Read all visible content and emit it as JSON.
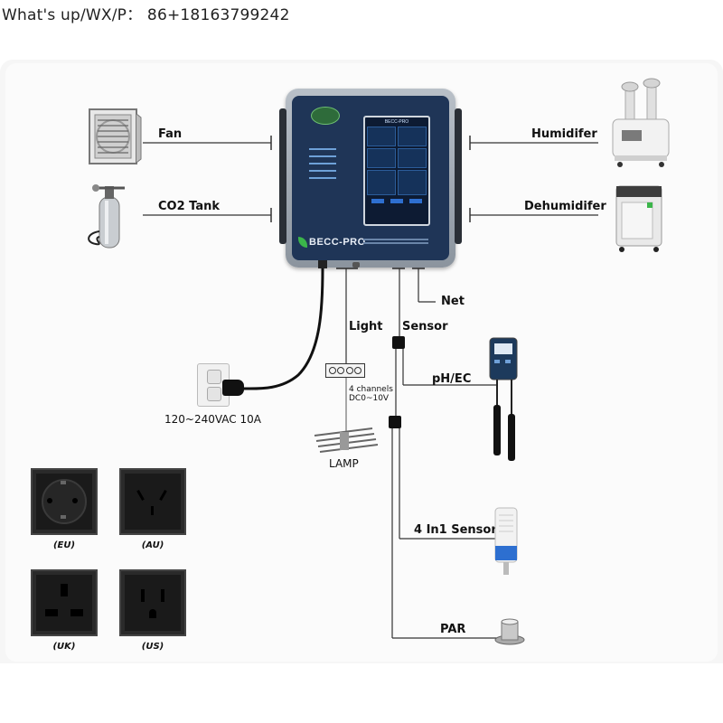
{
  "watermark": "What's up/WX/P： 86+18163799242",
  "controller": {
    "brand": "BECC-PRO",
    "screen_title": "BECC-PRO"
  },
  "devices": {
    "fan": "Fan",
    "co2_tank": "CO2 Tank",
    "humidifier": "Humidifer",
    "dehumidifier": "Dehumidifer",
    "net": "Net",
    "light": "Light",
    "sensor": "Sensor",
    "ph_ec": "pH/EC",
    "four_in_one": "4 In1 Sensor",
    "par": "PAR",
    "lamp": "LAMP"
  },
  "light_channels": {
    "line1": "4 channels",
    "line2": "DC0~10V"
  },
  "power": "120~240VAC  10A",
  "sockets": [
    "(EU)",
    "(AU)",
    "(UK)",
    "(US)"
  ],
  "colors": {
    "panel": "#1f3557",
    "frame": "#9aa3ad",
    "accent_green": "#3bb54a",
    "background_band": "#f3f3f3"
  }
}
